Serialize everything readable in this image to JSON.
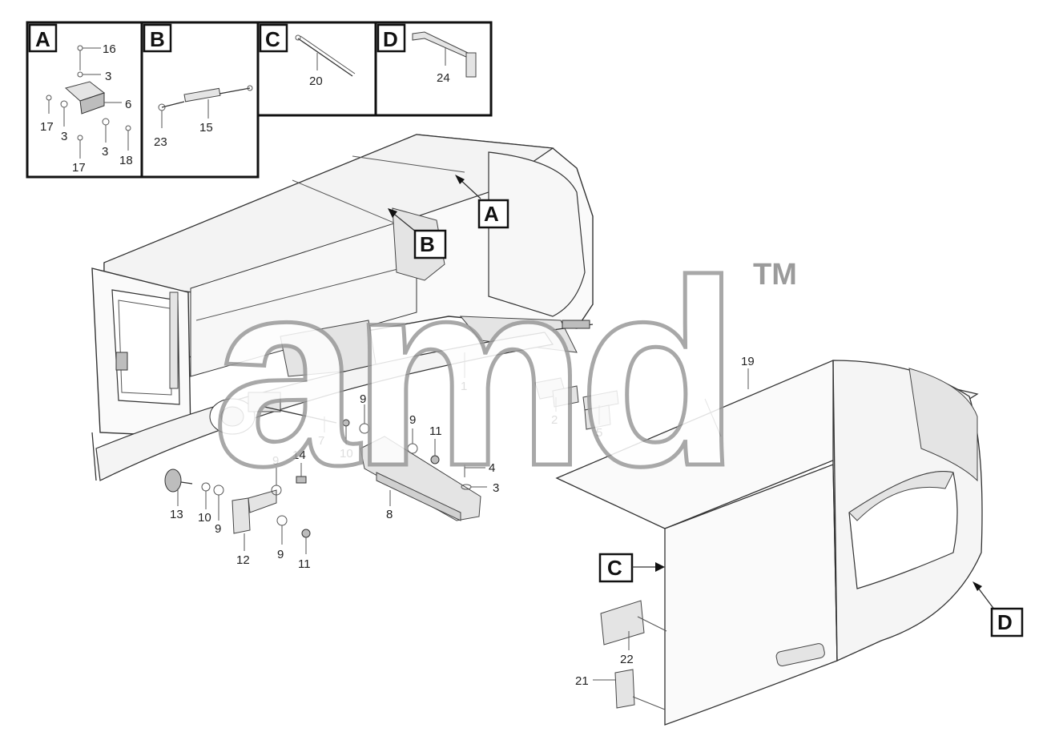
{
  "detail_boxes": [
    {
      "letter": "A",
      "labels": [
        "16",
        "3",
        "6",
        "17",
        "3",
        "3",
        "18",
        "17"
      ]
    },
    {
      "letter": "B",
      "labels": [
        "23",
        "15"
      ]
    },
    {
      "letter": "C",
      "labels": [
        "20"
      ]
    },
    {
      "letter": "D",
      "labels": [
        "24"
      ]
    }
  ],
  "callouts": {
    "A": "A",
    "B": "B",
    "C": "C",
    "D": "D"
  },
  "part_labels": {
    "p1": "1",
    "p2": "2",
    "p3": "3",
    "p4": "4",
    "p5": "5",
    "p7": "7",
    "p8": "8",
    "p9a": "9",
    "p9b": "9",
    "p9c": "9",
    "p9d": "9",
    "p9e": "9",
    "p10a": "10",
    "p10b": "10",
    "p11a": "11",
    "p11b": "11",
    "p12": "12",
    "p13": "13",
    "p14": "14",
    "p19": "19",
    "p21": "21",
    "p22": "22"
  },
  "watermark": {
    "text": "amd",
    "tm": "TM"
  }
}
